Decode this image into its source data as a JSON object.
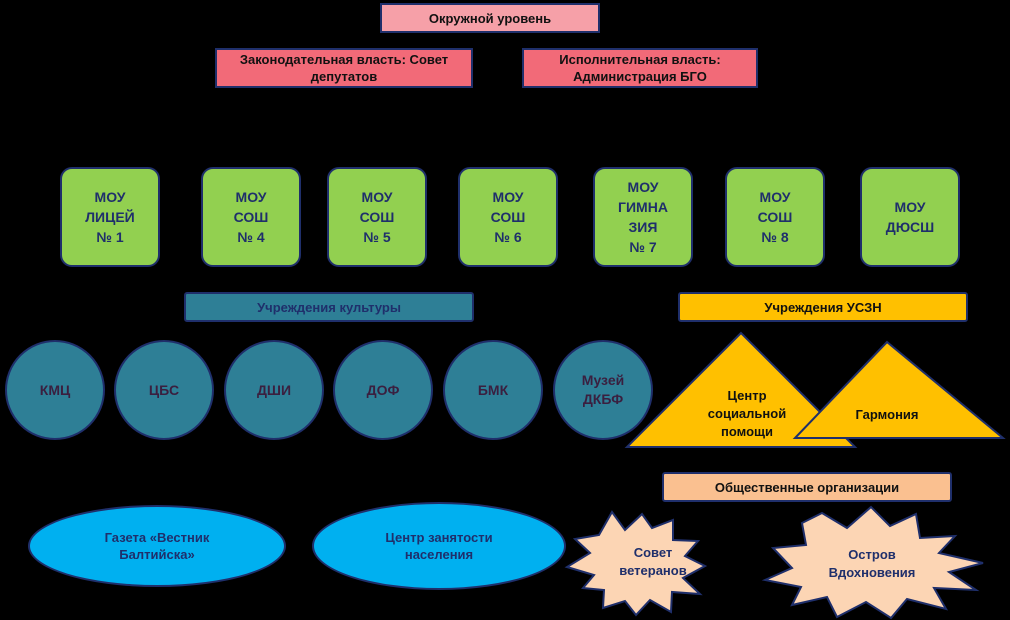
{
  "top": {
    "level": "Окружной уровень"
  },
  "power": {
    "legislative": "Законодательная власть: Совет депутатов",
    "executive": "Исполнительная власть: Администрация БГО"
  },
  "schools": [
    {
      "label": "МОУ\nЛИЦЕЙ\n№ 1"
    },
    {
      "label": "МОУ\nСОШ\n№ 4"
    },
    {
      "label": "МОУ\nСОШ\n№ 5"
    },
    {
      "label": "МОУ\nСОШ\n№ 6"
    },
    {
      "label": "МОУ\nГИМНА\nЗИЯ\n№ 7"
    },
    {
      "label": "МОУ\nСОШ\n№ 8"
    },
    {
      "label": "МОУ\nДЮСШ"
    }
  ],
  "culture": {
    "title": "Учреждения культуры",
    "items": [
      "КМЦ",
      "ЦБС",
      "ДШИ",
      "ДОФ",
      "БМК",
      "Музей\nДКБФ"
    ]
  },
  "uszn": {
    "title": "Учреждения УСЗН",
    "items": [
      "Центр\nсоциальной\nпомощи",
      "Гармония"
    ]
  },
  "public_orgs": {
    "title": "Общественные организации",
    "items": [
      "Совет\nветеранов",
      "Остров\nВдохновения"
    ]
  },
  "bottom": {
    "newspaper": "Газета «Вестник\nБалтийска»",
    "employment": "Центр занятости\nнаселения"
  },
  "colors": {
    "pink": "#f6a0a8",
    "salmon": "#f26a78",
    "green": "#92d050",
    "teal": "#2e7f96",
    "gold": "#ffc000",
    "peach": "#fac090",
    "cyan": "#00b0f0",
    "navy": "#1f2f6b"
  }
}
